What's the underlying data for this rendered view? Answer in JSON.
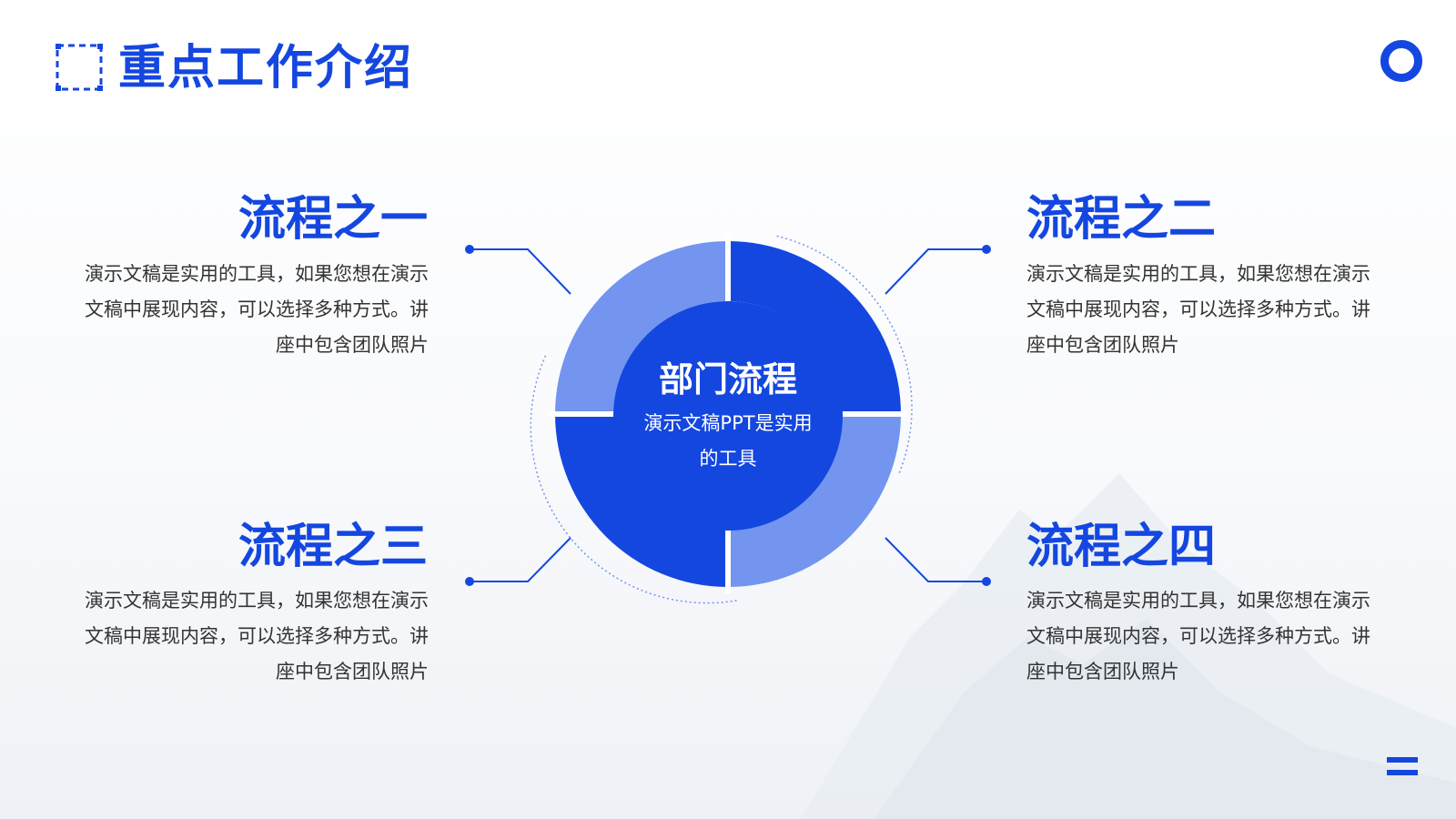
{
  "page": {
    "title": "重点工作介绍"
  },
  "colors": {
    "primary": "#1447e0",
    "light": "#7395ef",
    "text": "#333333",
    "background": "#ffffff"
  },
  "center": {
    "title": "部门流程",
    "subtitle": "演示文稿PPT是实用的工具"
  },
  "steps": [
    {
      "title": "流程之一",
      "desc": "演示文稿是实用的工具，如果您想在演示文稿中展现内容，可以选择多种方式。讲座中包含团队照片"
    },
    {
      "title": "流程之二",
      "desc": "演示文稿是实用的工具，如果您想在演示文稿中展现内容，可以选择多种方式。讲座中包含团队照片"
    },
    {
      "title": "流程之三",
      "desc": "演示文稿是实用的工具，如果您想在演示文稿中展现内容，可以选择多种方式。讲座中包含团队照片"
    },
    {
      "title": "流程之四",
      "desc": "演示文稿是实用的工具，如果您想在演示文稿中展现内容，可以选择多种方式。讲座中包含团队照片"
    }
  ],
  "icons": {
    "title_icon": "dashed-square-icon",
    "corner_top": "ring-icon",
    "corner_bottom": "menu-icon"
  }
}
